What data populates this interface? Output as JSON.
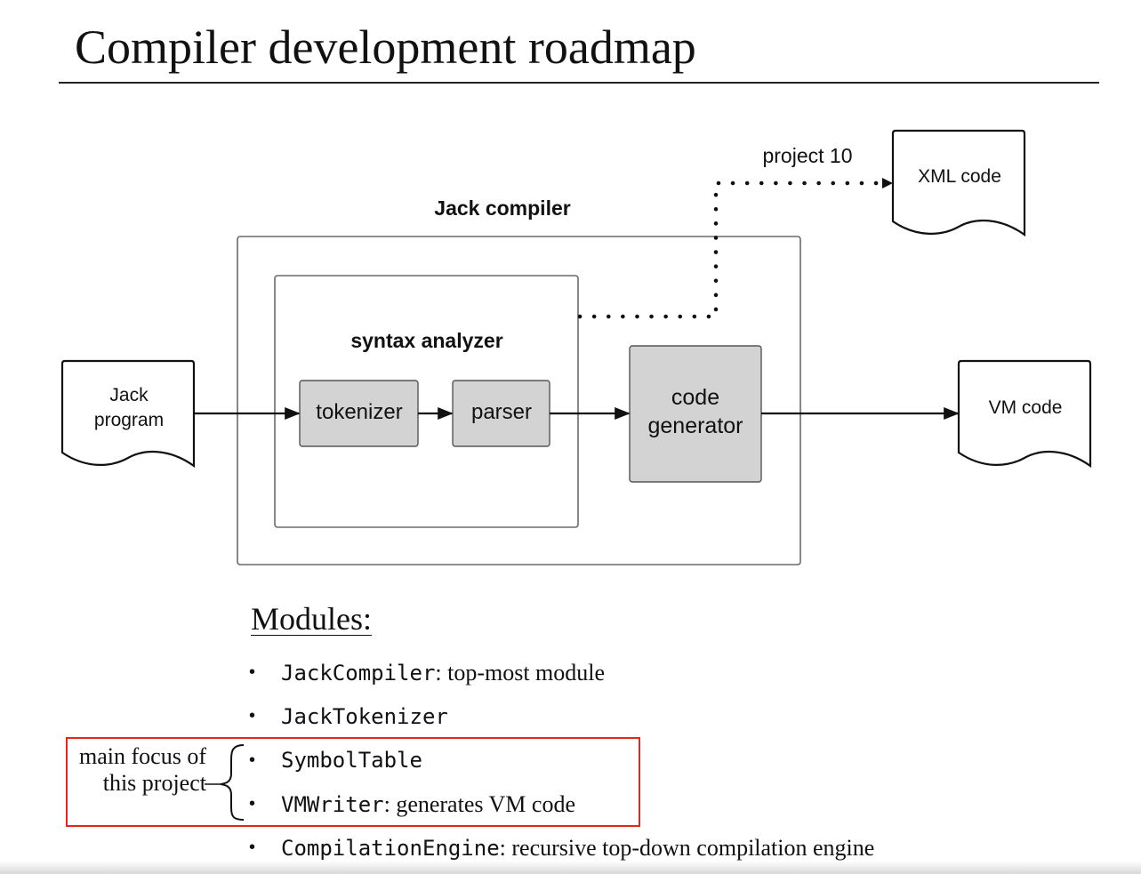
{
  "slide": {
    "title": "Compiler development roadmap"
  },
  "diagram": {
    "input_doc": {
      "line1": "Jack",
      "line2": "program"
    },
    "compiler_label": "Jack compiler",
    "analyzer_label": "syntax analyzer",
    "tokenizer_label": "tokenizer",
    "parser_label": "parser",
    "codegen": {
      "line1": "code",
      "line2": "generator"
    },
    "vm_doc": "VM code",
    "xml_doc": "XML code",
    "project_label": "project 10"
  },
  "modules": {
    "heading": "Modules:",
    "items": [
      {
        "name": "JackCompiler",
        "desc": ":  top-most module"
      },
      {
        "name": "JackTokenizer",
        "desc": ""
      },
      {
        "name": "SymbolTable",
        "desc": ""
      },
      {
        "name": "VMWriter",
        "desc": ": generates VM code"
      },
      {
        "name": "CompilationEngine",
        "desc": ": recursive top-down compilation engine"
      }
    ]
  },
  "focus": {
    "line1": "main focus of",
    "line2": "this project"
  },
  "colors": {
    "module_fill": "#d3d3d3",
    "highlight_border": "#e5261d"
  }
}
